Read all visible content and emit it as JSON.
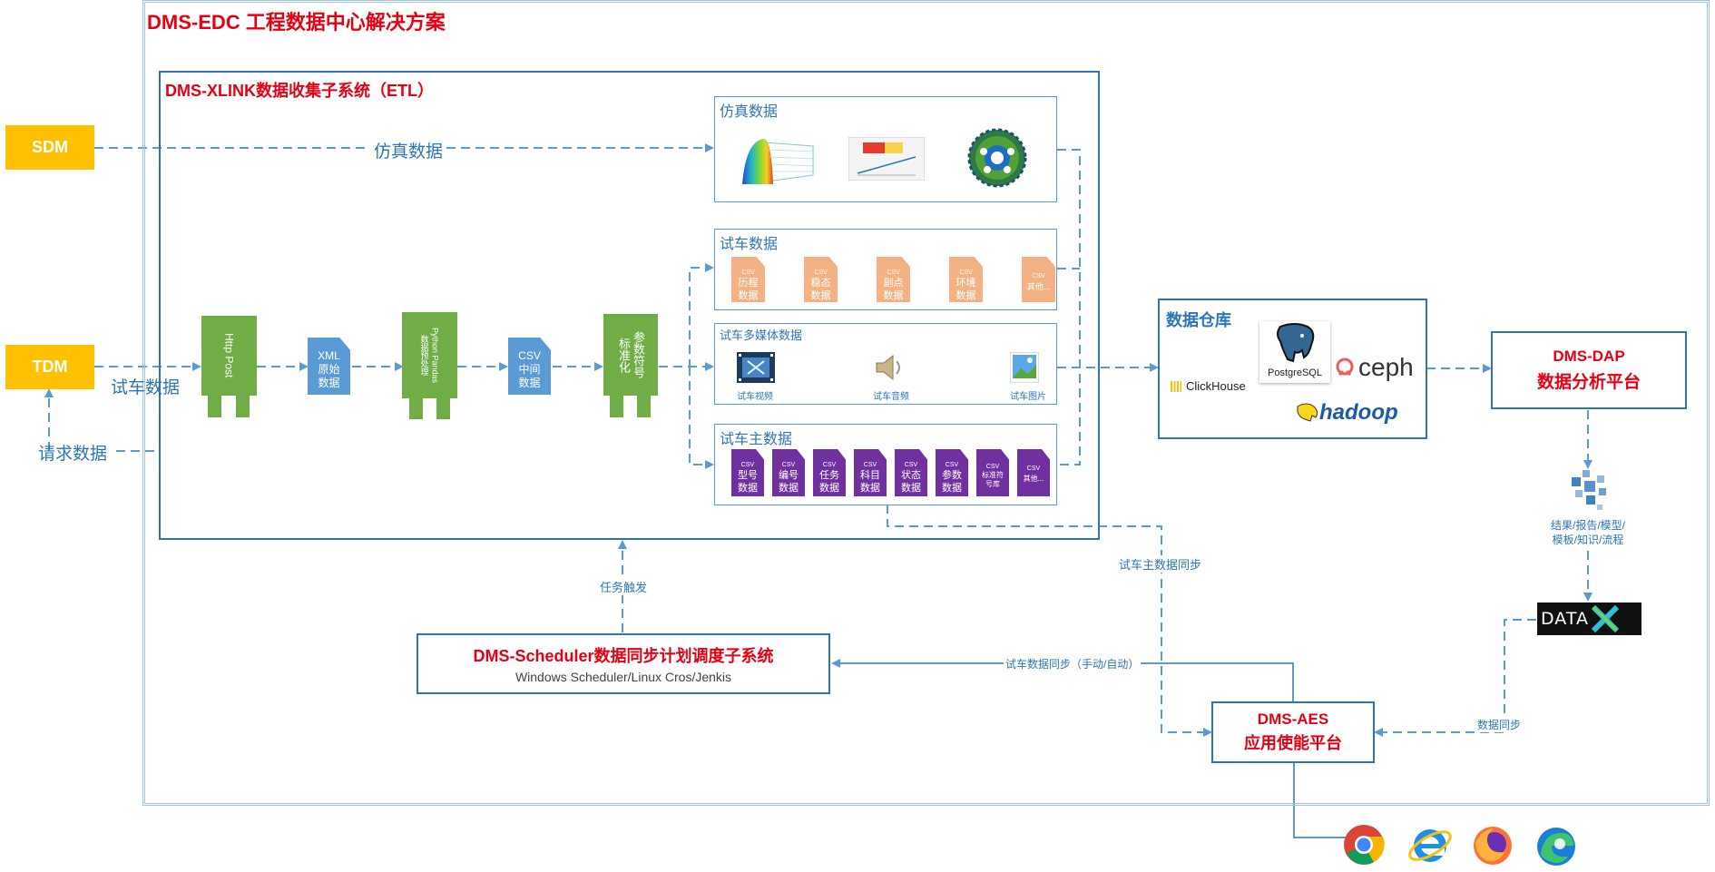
{
  "main_title": "DMS-EDC 工程数据中心解决方案",
  "etl": {
    "title": "DMS-XLINK数据收集子系统（ETL）"
  },
  "sources": {
    "sdm": "SDM",
    "tdm": "TDM",
    "sdm_flow": "仿真数据",
    "tdm_flow": "试车数据",
    "request": "请求数据"
  },
  "pipeline": {
    "http_post": "Http Post",
    "xml_doc": [
      "XML",
      "原始",
      "数据"
    ],
    "pandas": [
      "Python Pandas",
      "数据预处理"
    ],
    "csv_doc": [
      "CSV",
      "中间",
      "数据"
    ],
    "standardize": [
      "参数符号",
      "标准化"
    ]
  },
  "panels": {
    "sim": {
      "title": "仿真数据"
    },
    "test": {
      "title": "试车数据",
      "docs": [
        [
          "历程",
          "数据"
        ],
        [
          "稳态",
          "数据"
        ],
        [
          "副点",
          "数据"
        ],
        [
          "环境",
          "数据"
        ],
        [
          "其他..."
        ]
      ]
    },
    "media": {
      "title": "试车多媒体数据",
      "items": [
        "试车视频",
        "试车音频",
        "试车图片"
      ]
    },
    "master": {
      "title": "试车主数据",
      "docs": [
        [
          "型号",
          "数据"
        ],
        [
          "编号",
          "数据"
        ],
        [
          "任务",
          "数据"
        ],
        [
          "科目",
          "数据"
        ],
        [
          "状态",
          "数据"
        ],
        [
          "参数",
          "数据"
        ],
        [
          "标准符",
          "号库"
        ],
        [
          "其他..."
        ]
      ]
    }
  },
  "csv_tag": "CSV",
  "warehouse": {
    "title": "数据仓库",
    "clickhouse": "ClickHouse",
    "postgres": "PostgreSQL",
    "ceph": "ceph",
    "hadoop": "hadoop"
  },
  "dap": {
    "line1": "DMS-DAP",
    "line2": "数据分析平台"
  },
  "results": {
    "line1": "结果/报告/模型/",
    "line2": "模板/知识/流程"
  },
  "datax": "DATA",
  "scheduler": {
    "title": "DMS-Scheduler数据同步计划调度子系统",
    "subtitle": "Windows Scheduler/Linux Cros/Jenkis"
  },
  "aes": {
    "line1": "DMS-AES",
    "line2": "应用使能平台"
  },
  "labels": {
    "task_trigger": "任务触发",
    "master_sync": "试车主数据同步",
    "test_sync": "试车数据同步（手动/自动）",
    "data_sync": "数据同步"
  },
  "colors": {
    "accent_red": "#e60012",
    "blue": "#2e75b6",
    "yellow": "#ffc000",
    "green": "#70ad47",
    "orange": "#f4b183",
    "purple": "#7030a0",
    "doc_blue": "#5b9bd5"
  }
}
